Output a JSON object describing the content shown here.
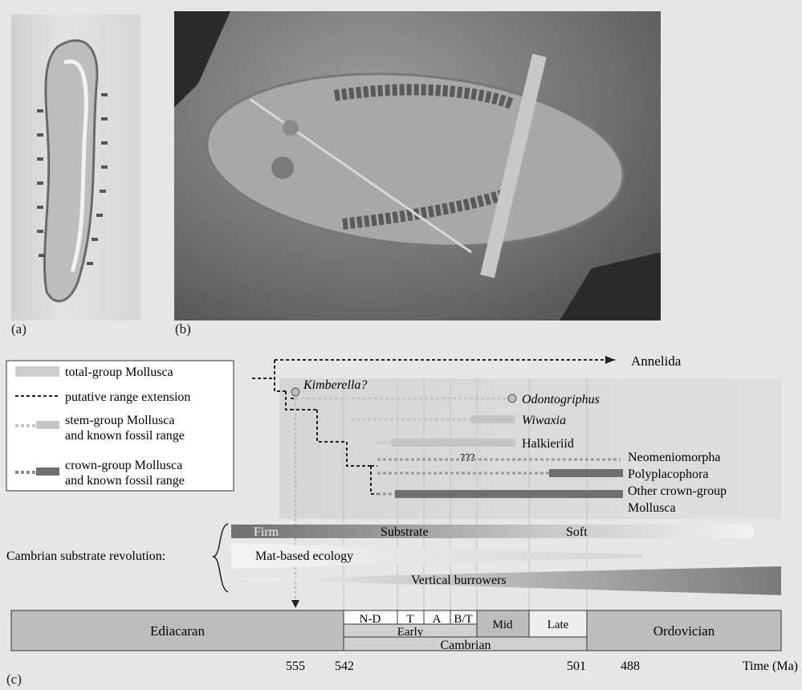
{
  "panels": {
    "a": "(a)",
    "b": "(b)",
    "c": "(c)"
  },
  "legend": {
    "total_group": "total-group Mollusca",
    "putative": "putative range extension",
    "stem_line1": "stem-group Mollusca",
    "stem_line2": "and known fossil range",
    "crown_line1": "crown-group Mollusca",
    "crown_line2": "and known fossil range"
  },
  "taxa": {
    "annelida": "Annelida",
    "kimberella": "Kimberella?",
    "odontogriphus": "Odontogriphus",
    "wiwaxia": "Wiwaxia",
    "halkieriid": "Halkieriid",
    "uncertain": "???",
    "neomeniomorpha": "Neomeniomorpha",
    "polyplacophora": "Polyplacophora",
    "other_crown_line1": "Other crown-group",
    "other_crown_line2": "Mollusca"
  },
  "substrate": {
    "title": "Cambrian substrate revolution:",
    "firm": "Firm",
    "substrate": "Substrate",
    "soft": "Soft",
    "mat": "Mat-based ecology",
    "burrowers": "Vertical burrowers"
  },
  "timescale": {
    "ediacaran": "Ediacaran",
    "nd": "N-D",
    "t": "T",
    "a": "A",
    "bt": "B/T",
    "mid": "Mid",
    "late": "Late",
    "early": "Early",
    "cambrian": "Cambrian",
    "ordovician": "Ordovician"
  },
  "ticks": [
    "555",
    "542",
    "501",
    "488"
  ],
  "axis_label": "Time (Ma)",
  "colors": {
    "background": "#e6e6e6",
    "total_group_fill": "#d8d8d8",
    "stem_bar": "#c4c4c4",
    "crown_bar": "#6e6e6e",
    "timescale_fill": "#bdbdbd"
  }
}
